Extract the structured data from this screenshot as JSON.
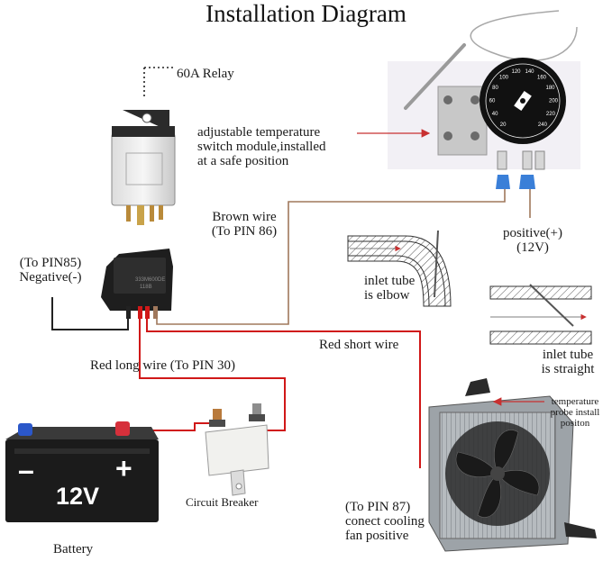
{
  "title": "Installation Diagram",
  "labels": {
    "relay": "60A Relay",
    "switch_module": "adjustable temperature\nswitch module,installed\nat a safe position",
    "brown_wire": "Brown wire\n(To PIN 86)",
    "positive": "positive(+)\n(12V)",
    "negative": "(To PIN85)\nNegative(-)",
    "inlet_elbow": "inlet tube\nis elbow",
    "inlet_straight": "inlet tube\nis straight",
    "red_short": "Red short wire",
    "red_long": "Red long wire  (To PIN 30)",
    "probe_position": "temperature\nprobe install\npositon",
    "pin87": "(To PIN 87)\nconect cooling\nfan positive",
    "circuit_breaker": "Circuit Breaker",
    "battery": "Battery",
    "battery_voltage": "12V",
    "battery_minus": "–",
    "battery_plus": "+",
    "relay_print_1": "333M600DE",
    "relay_print_2": "118B",
    "dial_numbers": [
      "20",
      "40",
      "60",
      "80",
      "100",
      "120",
      "140",
      "160",
      "180",
      "200",
      "220",
      "240"
    ]
  },
  "colors": {
    "brown_wire": "#a0785c",
    "red_wire": "#d01818",
    "black_wire": "#222222",
    "arrow": "#c83030",
    "battery_body": "#1b1b1b",
    "battery_top": "#3a3a3a",
    "terminal_neg": "#2b57c9",
    "terminal_pos": "#d6303b",
    "connector": "#3a7fd8"
  }
}
